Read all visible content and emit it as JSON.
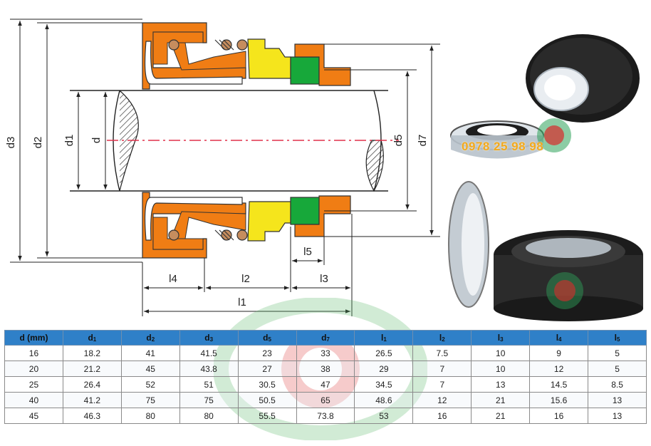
{
  "drawing_labels": {
    "d3": "d3",
    "d2": "d2",
    "d1": "d1",
    "d": "d",
    "d5": "d5",
    "d7": "d7",
    "l1": "l1",
    "l2": "l2",
    "l3": "l3",
    "l4": "l4",
    "l5": "l5"
  },
  "phone_overlay": "0978 25 98 98",
  "colors": {
    "orange": "#f07d14",
    "yellow": "#f5e51c",
    "green": "#17a83a",
    "table_header": "#2f80c8",
    "centerline": "#e0304a"
  },
  "table": {
    "headers": [
      {
        "main": "d (mm)",
        "sub": ""
      },
      {
        "main": "d",
        "sub": "1"
      },
      {
        "main": "d",
        "sub": "2"
      },
      {
        "main": "d",
        "sub": "3"
      },
      {
        "main": "d",
        "sub": "5"
      },
      {
        "main": "d",
        "sub": "7"
      },
      {
        "main": "l",
        "sub": "1"
      },
      {
        "main": "l",
        "sub": "2"
      },
      {
        "main": "l",
        "sub": "3"
      },
      {
        "main": "l",
        "sub": "4"
      },
      {
        "main": "l",
        "sub": "5"
      }
    ],
    "rows": [
      [
        "16",
        "18.2",
        "41",
        "41.5",
        "23",
        "33",
        "26.5",
        "7.5",
        "10",
        "9",
        "5"
      ],
      [
        "20",
        "21.2",
        "45",
        "43.8",
        "27",
        "38",
        "29",
        "7",
        "10",
        "12",
        "5"
      ],
      [
        "25",
        "26.4",
        "52",
        "51",
        "30.5",
        "47",
        "34.5",
        "7",
        "13",
        "14.5",
        "8.5"
      ],
      [
        "40",
        "41.2",
        "75",
        "75",
        "50.5",
        "65",
        "48.6",
        "12",
        "21",
        "15.6",
        "13"
      ],
      [
        "45",
        "46.3",
        "80",
        "80",
        "55.5",
        "73.8",
        "53",
        "16",
        "21",
        "16",
        "13"
      ]
    ]
  }
}
